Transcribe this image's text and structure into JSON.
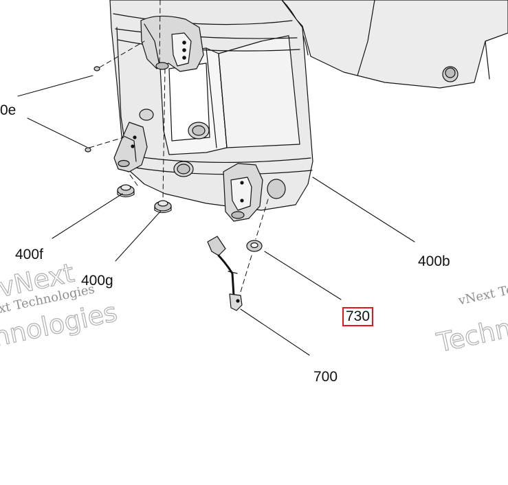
{
  "callouts": {
    "c_400e": "0e",
    "c_400f": "400f",
    "c_400g": "400g",
    "c_400b": "400b",
    "c_730": "730",
    "c_700": "700"
  },
  "watermark": {
    "small": "vNext Technologies",
    "big": "Technologies",
    "big_left": "vNext",
    "small_left": "xt Technologies",
    "big_left_lower": "nnologies"
  },
  "colors": {
    "line": "#111111",
    "highlight": "#e8141a",
    "shade": "#d9d9d9"
  }
}
